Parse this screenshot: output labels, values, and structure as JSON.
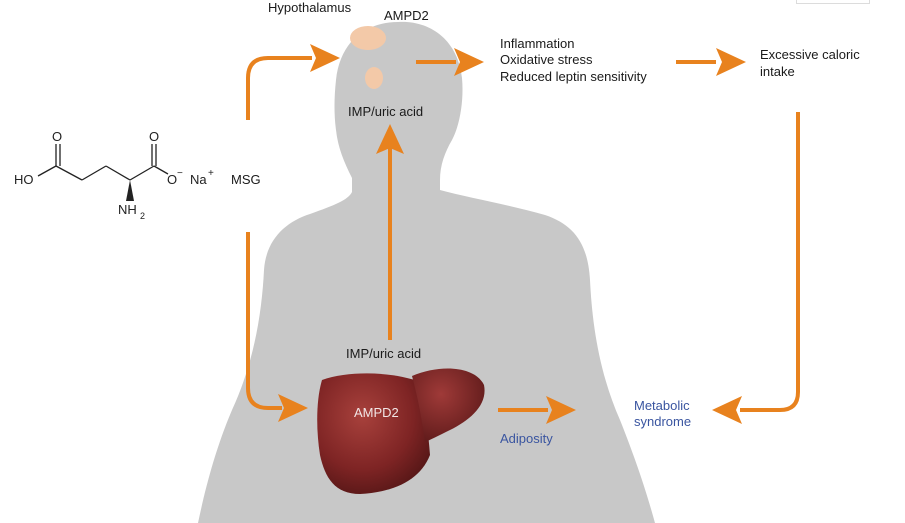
{
  "labels": {
    "hypothalamus": "Hypothalamus",
    "ampd2_brain": "AMPD2",
    "imp_uric_upper": "IMP/uric acid",
    "effects": [
      "Inflammation",
      "Oxidative stress",
      "Reduced leptin sensitivity"
    ],
    "excessive_intake": [
      "Excessive caloric",
      "intake"
    ],
    "msg": "MSG",
    "imp_uric_lower": "IMP/uric acid",
    "ampd2_liver": "AMPD2",
    "adiposity": "Adiposity",
    "metabolic_syndrome": [
      "Metabolic",
      "syndrome"
    ]
  },
  "molecule": {
    "atoms": {
      "o_left": "O",
      "o_right": "O",
      "ho": "HO",
      "o_minus": "O",
      "minus": "−",
      "na": "Na",
      "plus": "+",
      "nh": "NH",
      "sub2": "2"
    }
  },
  "colors": {
    "arrow": "#e8821e",
    "silhouette": "#c8c8c8",
    "liver": "#7a2020",
    "liver_light": "#a03a3a",
    "brain_blob": "#f3c9a8",
    "blue_text": "#3a55a0"
  }
}
